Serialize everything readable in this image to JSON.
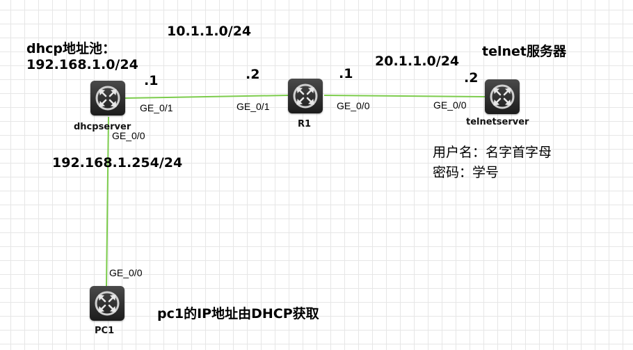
{
  "devices": {
    "dhcpserver": "dhcpserver",
    "r1": "R1",
    "telnetserver": "telnetserver",
    "pc1": "PC1"
  },
  "ports": {
    "dhcp_ge01": "GE_0/1",
    "dhcp_ge00": "GE_0/0",
    "r1_ge01": "GE_0/1",
    "r1_ge00": "GE_0/0",
    "telnet_ge00": "GE_0/0",
    "pc1_ge00": "GE_0/0"
  },
  "labels": {
    "dhcp_pool_title": "dhcp地址池：",
    "dhcp_pool_net": "192.168.1.0/24",
    "net_10": "10.1.1.0/24",
    "net_20": "20.1.1.0/24",
    "telnet_title": "telnet服务器",
    "dhcp_side_ip": ".1",
    "r1_left_ip": ".2",
    "r1_right_ip": ".1",
    "telnet_ip": ".2",
    "lan_gateway": "192.168.1.254/24",
    "username_note": "用户名：名字首字母",
    "password_note": "密码：学号",
    "pc1_note": "pc1的IP地址由DHCP获取"
  },
  "colors": {
    "link": "#7ccc4c",
    "device": "#2a2a2a"
  },
  "icons": {
    "device_icon": "router-cross-arrows-icon"
  }
}
